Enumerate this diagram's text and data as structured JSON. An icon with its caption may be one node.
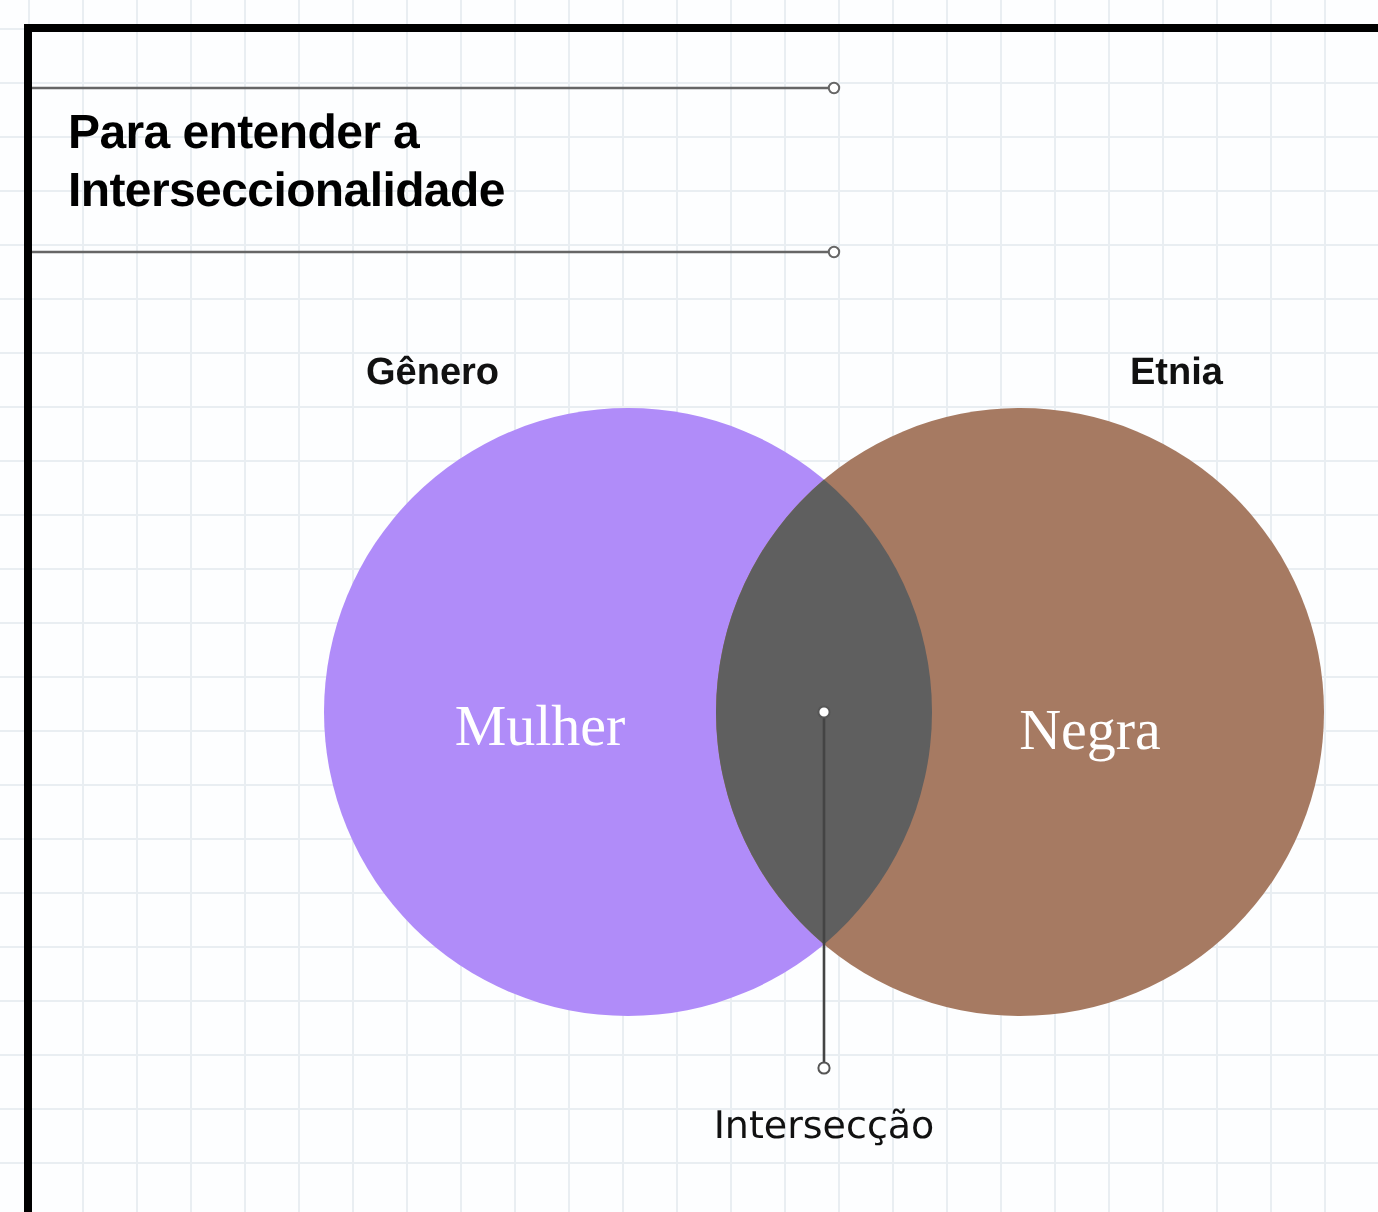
{
  "diagram": {
    "title": "Para entender a Interseccionalidade",
    "nodes": [
      {
        "text": [
          "Gênero",
          "Mulher"
        ]
      },
      {
        "text": [
          "Etnia",
          "Negra"
        ]
      },
      {
        "text": [],
        "shape": "lens"
      },
      {
        "text": [
          "Intersecção"
        ]
      }
    ],
    "edges": [
      {
        "from": 3,
        "to": 2,
        "arrow": "other"
      }
    ]
  }
}
